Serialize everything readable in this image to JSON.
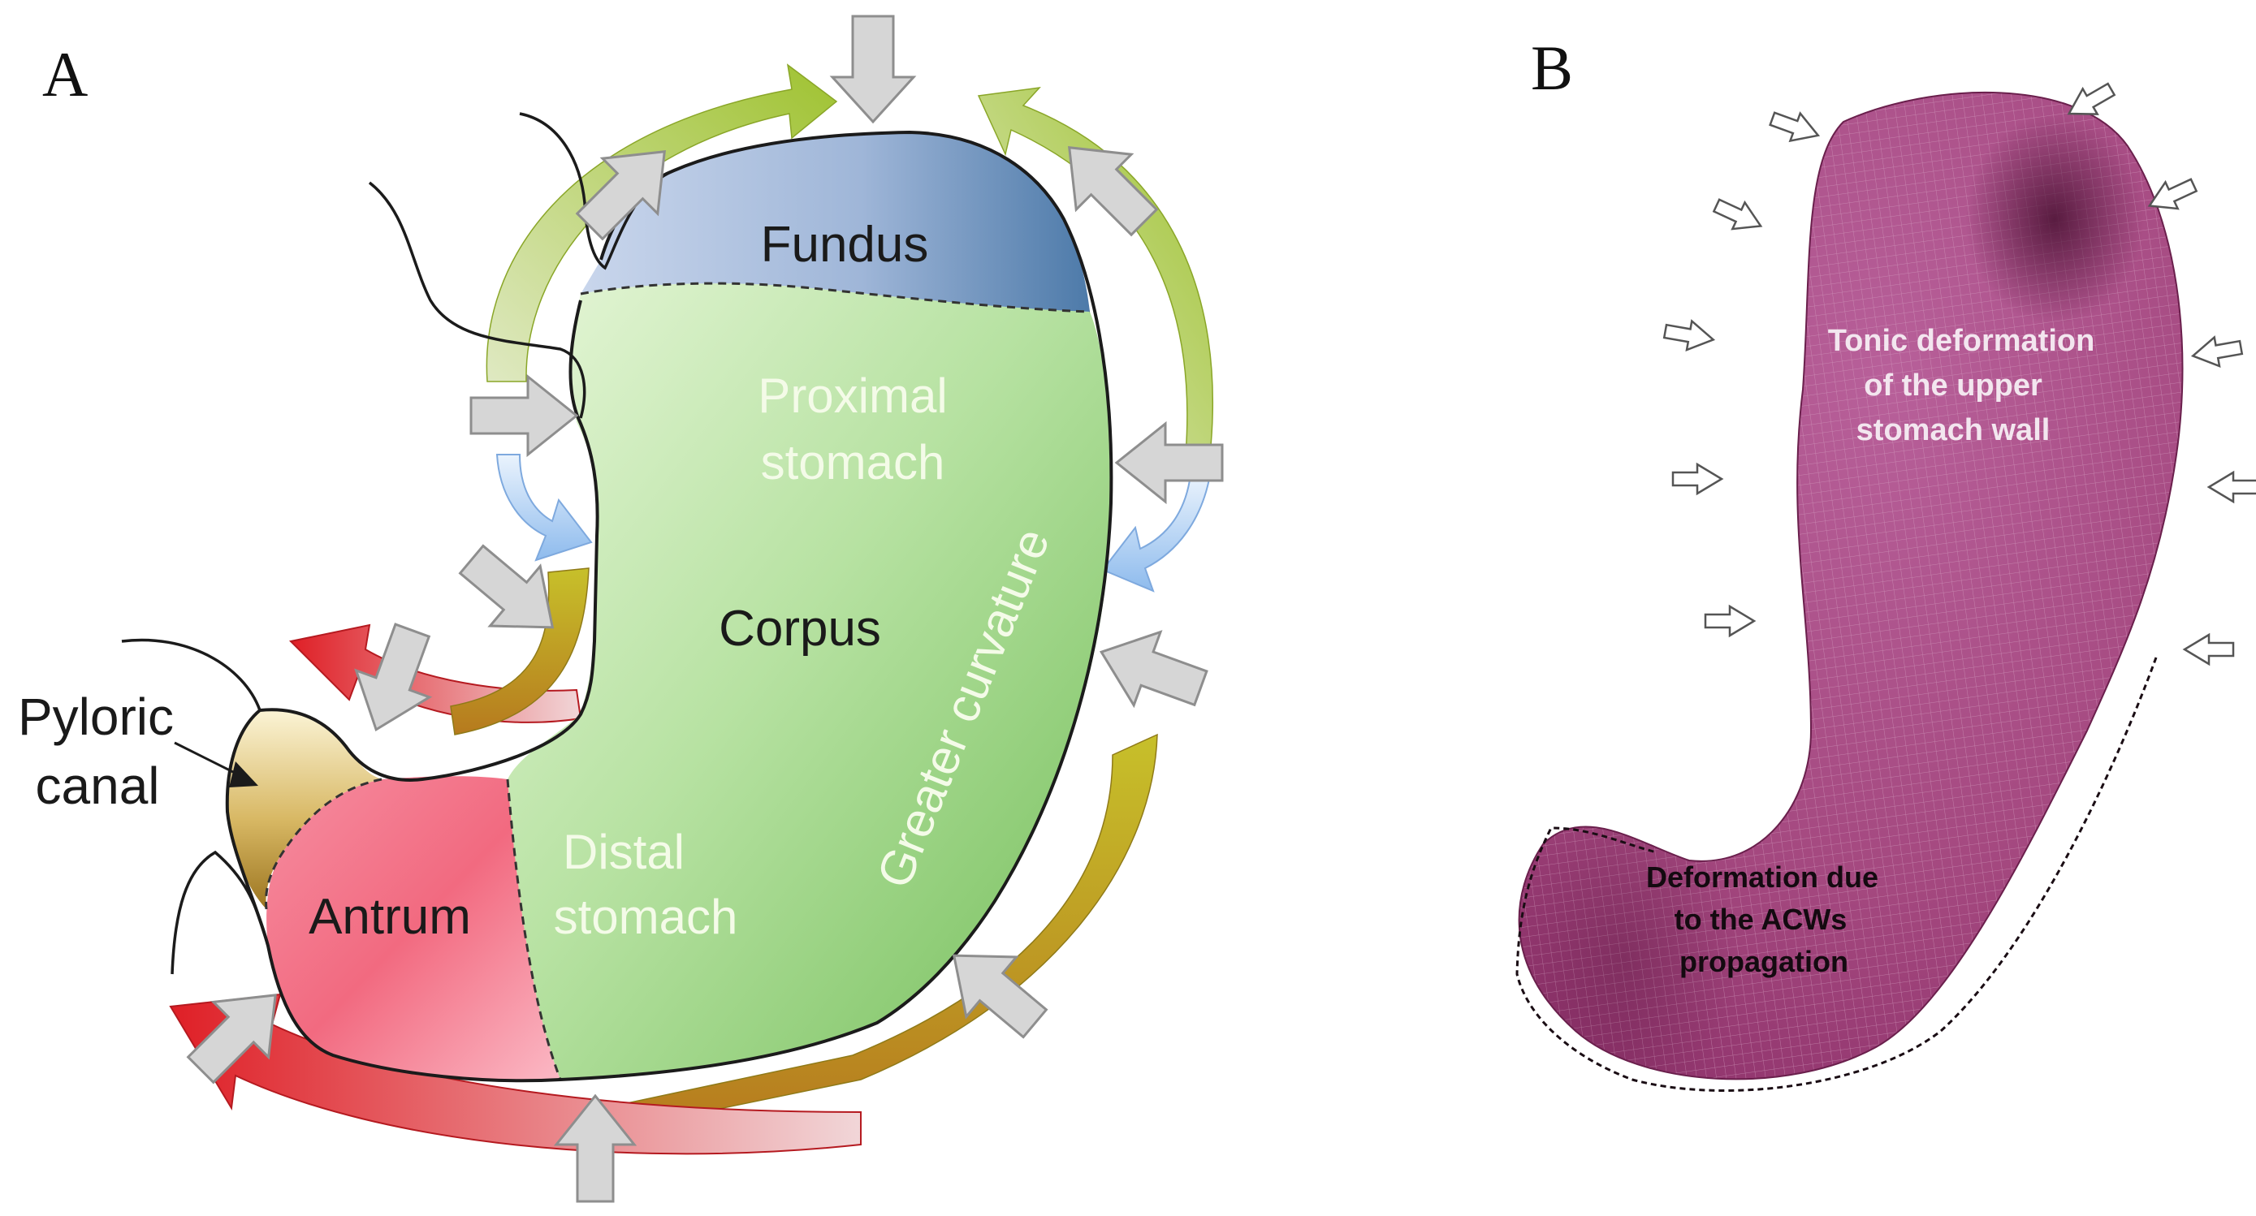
{
  "panel_a": {
    "letter": "A",
    "labels": {
      "fundus": "Fundus",
      "proximal_line1": "Proximal",
      "proximal_line2": "stomach",
      "corpus": "Corpus",
      "distal_line1": "Distal",
      "distal_line2": "stomach",
      "antrum": "Antrum",
      "pyloric_line1": "Pyloric",
      "pyloric_line2": "canal",
      "greater_curvature": "Greater curvature"
    },
    "colors": {
      "fundus": "#5b86b4",
      "body_green": "#9fd78a",
      "antrum": "#f0607a",
      "pyloric": "#c9a24a",
      "arrow_green": "#a8c93a",
      "arrow_blue": "#9cc4ef",
      "arrow_red": "#e0242a",
      "arrow_olive": "#b7a62a"
    }
  },
  "panel_b": {
    "letter": "B",
    "label_upper_line1": "Tonic deformation",
    "label_upper_line2": "of the upper",
    "label_upper_line3": "stomach wall",
    "label_lower_line1": "Deformation due",
    "label_lower_line2": "to the ACWs",
    "label_lower_line3": "propagation",
    "colors": {
      "mesh": "#a4487f",
      "mesh_dark": "#6a1f4c"
    }
  }
}
